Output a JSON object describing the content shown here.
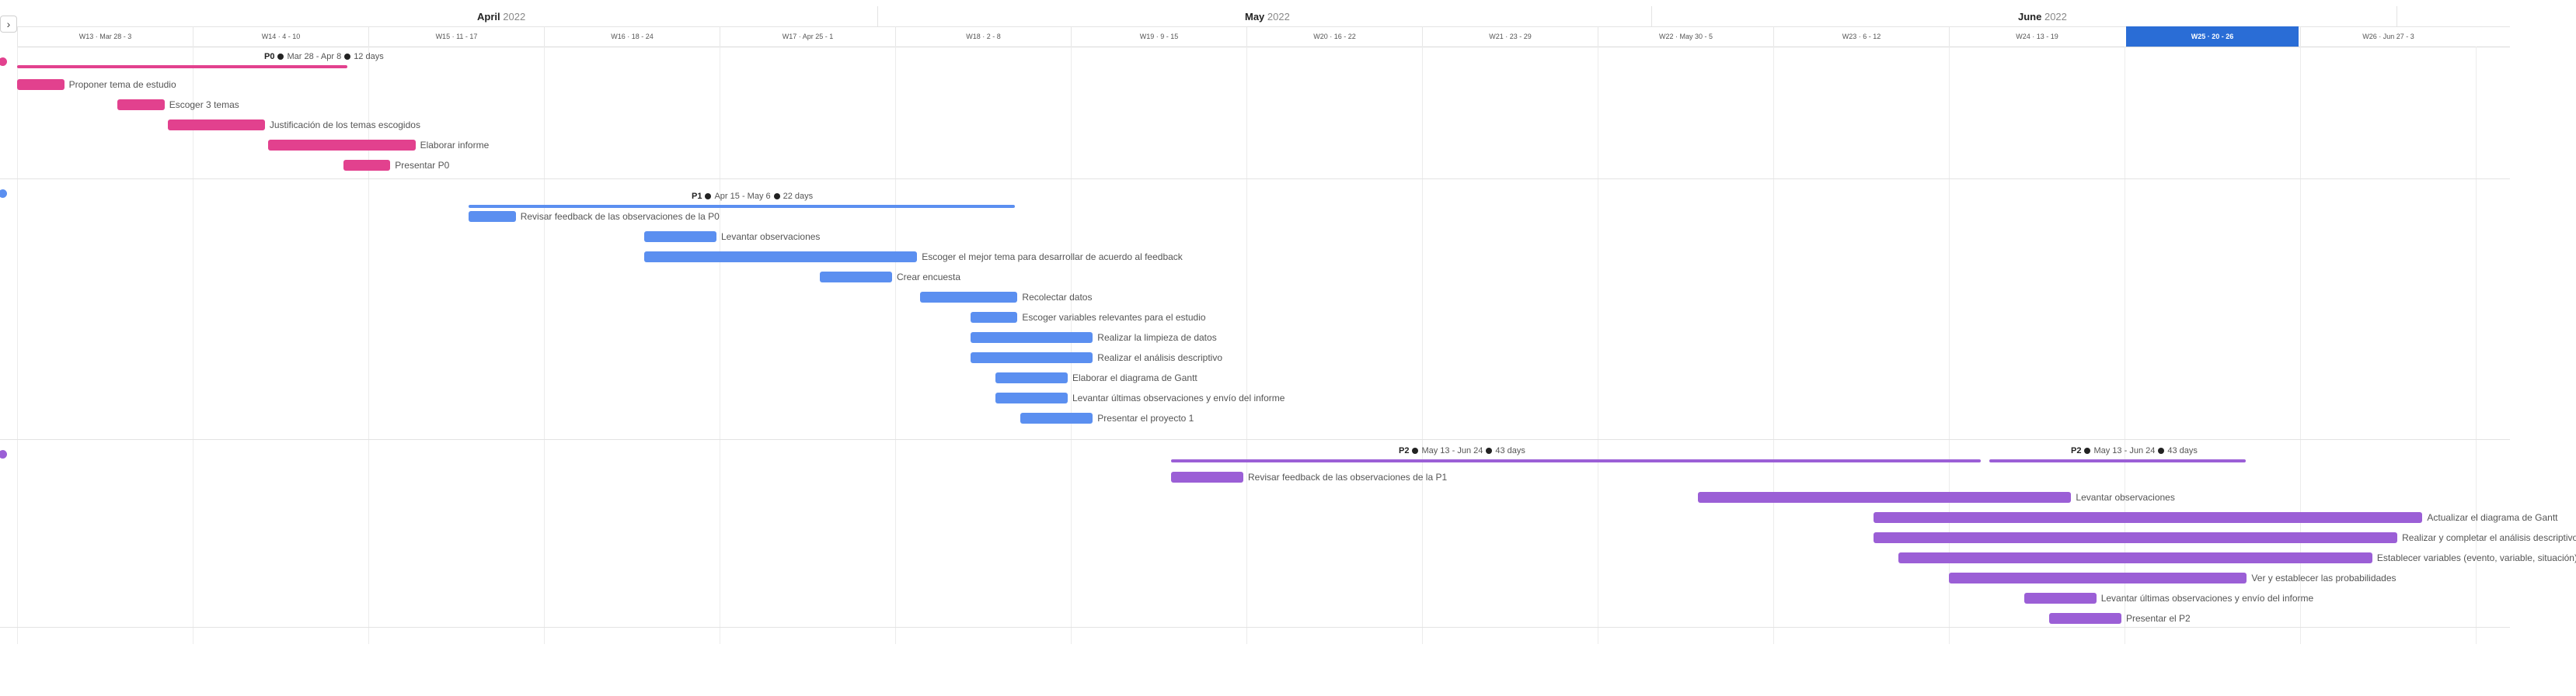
{
  "toolbar": {
    "expand_glyph": "›"
  },
  "timeline": {
    "months": [
      {
        "name": "April",
        "year": "2022"
      },
      {
        "name": "May",
        "year": "2022"
      },
      {
        "name": "June",
        "year": "2022"
      }
    ],
    "weeks": [
      {
        "label": "W13 · Mar 28 - 3"
      },
      {
        "label": "W14 · 4 - 10"
      },
      {
        "label": "W15 · 11 - 17"
      },
      {
        "label": "W16 · 18 - 24"
      },
      {
        "label": "W17 · Apr 25 - 1"
      },
      {
        "label": "W18 · 2 - 8"
      },
      {
        "label": "W19 · 9 - 15"
      },
      {
        "label": "W20 · 16 - 22"
      },
      {
        "label": "W21 · 23 - 29"
      },
      {
        "label": "W22 · May 30 - 5"
      },
      {
        "label": "W23 · 6 - 12"
      },
      {
        "label": "W24 · 13 - 19"
      },
      {
        "label": "W25 · 20 - 26",
        "current": true
      },
      {
        "label": "W26 · Jun 27 - 3"
      }
    ]
  },
  "groups": [
    {
      "color": "#e2418e",
      "summary": {
        "name": "P0",
        "start": "Mar 28",
        "end": "Apr 8",
        "duration": "12 days"
      },
      "tasks": [
        {
          "label": "Proponer tema de estudio"
        },
        {
          "label": "Escoger 3 temas"
        },
        {
          "label": "Justificación de los temas escogidos"
        },
        {
          "label": "Elaborar informe"
        },
        {
          "label": "Presentar P0"
        }
      ]
    },
    {
      "color": "#5b8ff0",
      "summary": {
        "name": "P1",
        "start": "Apr 15",
        "end": "May 6",
        "duration": "22 days"
      },
      "tasks": [
        {
          "label": "Revisar feedback de las observaciones de la P0"
        },
        {
          "label": "Levantar observaciones"
        },
        {
          "label": "Escoger el mejor tema para desarrollar de acuerdo al feedback"
        },
        {
          "label": "Crear encuesta"
        },
        {
          "label": "Recolectar datos"
        },
        {
          "label": "Escoger variables relevantes para el estudio"
        },
        {
          "label": "Realizar la limpieza de datos"
        },
        {
          "label": "Realizar el análisis descriptivo"
        },
        {
          "label": "Elaborar el diagrama de Gantt"
        },
        {
          "label": "Levantar últimas observaciones y envío del informe"
        },
        {
          "label": "Presentar el proyecto 1"
        }
      ]
    },
    {
      "color": "#9b5fd6",
      "summary": {
        "name": "P2",
        "start": "May 13",
        "end": "Jun 24",
        "duration": "43 days"
      },
      "summary_repeat": {
        "name": "P2",
        "start": "May 13",
        "end": "Jun 24",
        "duration": "43 days"
      },
      "tasks": [
        {
          "label": "Revisar feedback de las observaciones de la P1"
        },
        {
          "label": "Levantar observaciones"
        },
        {
          "label": "Actualizar el diagrama de Gantt"
        },
        {
          "label": "Realizar y completar el análisis descriptivo"
        },
        {
          "label": "Establecer variables (evento, variable, situación)"
        },
        {
          "label": "Ver y establecer las probabilidades"
        },
        {
          "label": "Levantar últimas observaciones y envío del informe"
        },
        {
          "label": "Presentar el P2"
        }
      ]
    }
  ]
}
